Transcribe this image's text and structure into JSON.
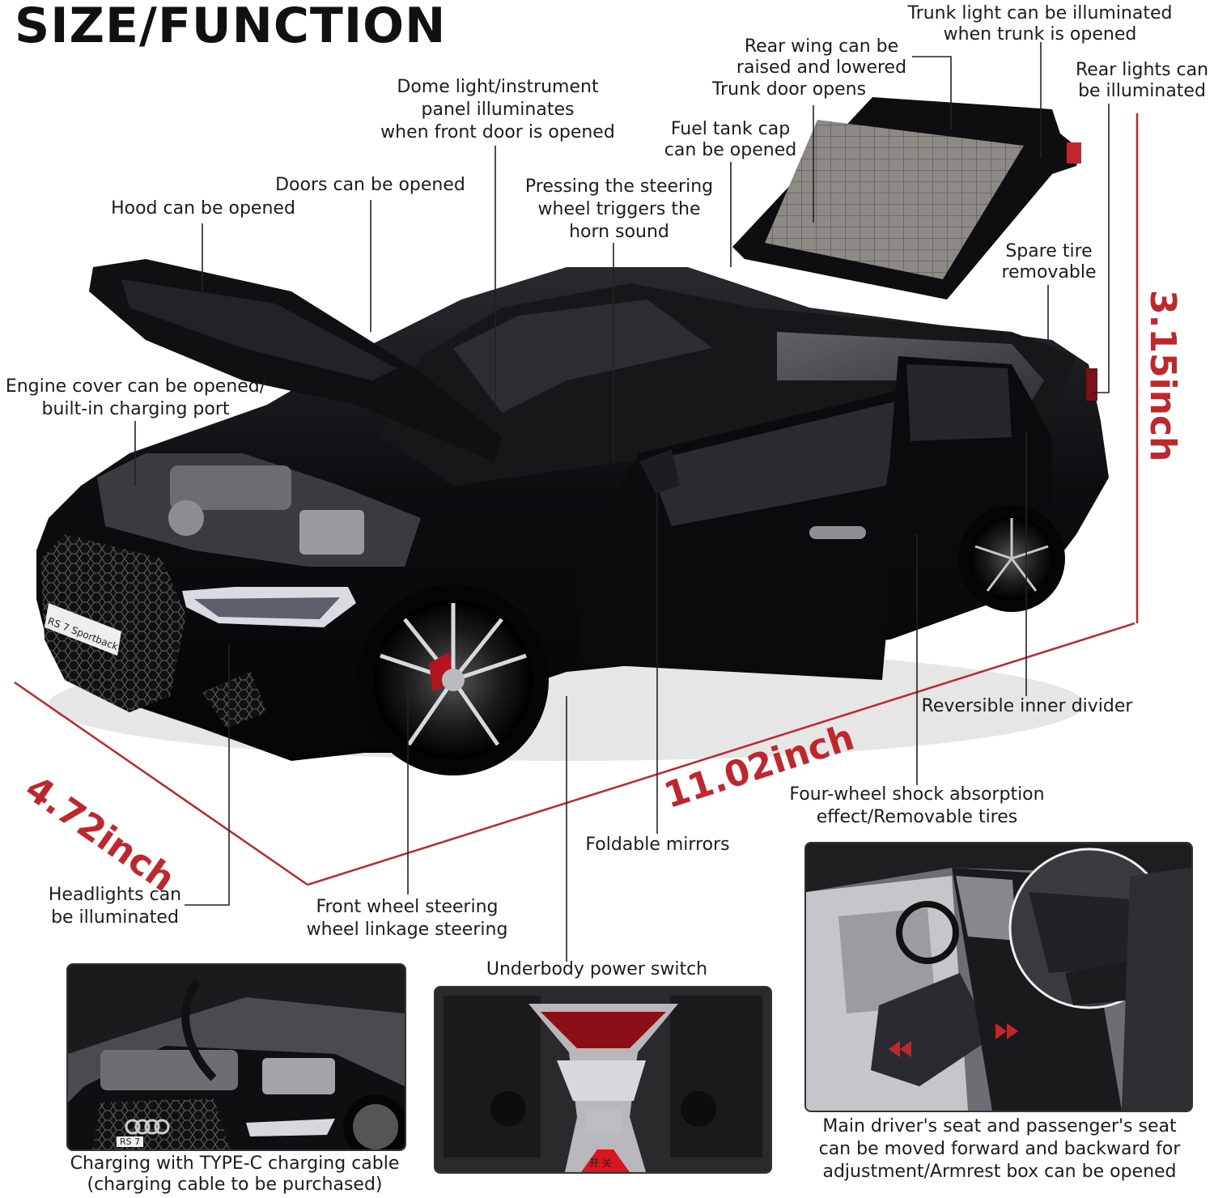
{
  "header": {
    "title": "SIZE/FUNCTION"
  },
  "dimensions": {
    "width": "4.72inch",
    "length": "11.02inch",
    "height": "3.15inch"
  },
  "callouts": {
    "trunk_light": [
      "Trunk light can be illuminated",
      "when trunk is opened"
    ],
    "rear_wing": [
      "Rear wing can be",
      "raised and lowered"
    ],
    "trunk_door": [
      "Trunk door opens"
    ],
    "rear_lights": [
      "Rear lights can",
      "be illuminated"
    ],
    "dome_light": [
      "Dome light/instrument",
      "panel illuminates",
      "when front door is opened"
    ],
    "fuel_cap": [
      "Fuel tank cap",
      "can be opened"
    ],
    "doors": [
      "Doors can be opened"
    ],
    "hood": [
      "Hood can be opened"
    ],
    "steering_horn": [
      "Pressing the steering",
      "wheel triggers the",
      "horn sound"
    ],
    "spare_tire": [
      "Spare tire",
      "removable"
    ],
    "engine_cover": [
      "Engine cover can be opened/",
      "built-in charging port"
    ],
    "inner_divider": [
      "Reversible inner divider"
    ],
    "shock_absorption": [
      "Four-wheel shock absorption",
      "effect/Removable tires"
    ],
    "mirrors": [
      "Foldable mirrors"
    ],
    "headlights": [
      "Headlights can",
      "be illuminated"
    ],
    "front_wheel": [
      "Front wheel steering",
      "wheel linkage steering"
    ],
    "power_switch": [
      "Underbody power switch"
    ]
  },
  "car": {
    "plate_text": "RS 7 Sportback"
  },
  "panels": {
    "charging": {
      "caption": [
        "Charging with TYPE-C charging cable",
        "(charging cable to be purchased)"
      ],
      "plate_text": "RS 7"
    },
    "switch": {
      "plate_text": "开 关"
    },
    "seats": {
      "caption": [
        "Main driver's seat and passenger's seat",
        "can be moved forward and backward for",
        "adjustment/Armrest box can be opened"
      ]
    }
  },
  "colors": {
    "accent_red": "#c0272d",
    "car_body": "#0c0c0e",
    "line": "#222222"
  }
}
